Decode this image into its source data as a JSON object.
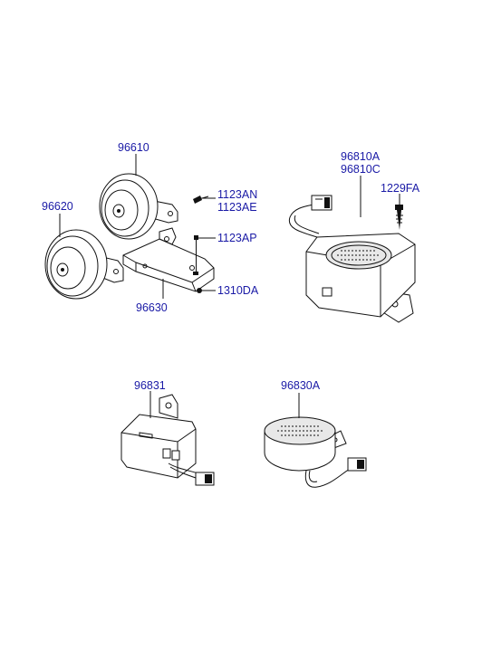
{
  "labels": {
    "horn_high": "96610",
    "horn_low": "96620",
    "bracket": "96630",
    "bolt_a": "1123AN",
    "bolt_b": "1123AE",
    "bolt_c": "1123AP",
    "nut": "1310DA",
    "buzzer_a": "96810A",
    "buzzer_c": "96810C",
    "screw": "1229FA",
    "relay": "96831",
    "buzzer_small": "96830A"
  },
  "colors": {
    "label": "#1a1aa6",
    "line": "#111111",
    "background": "#ffffff"
  }
}
